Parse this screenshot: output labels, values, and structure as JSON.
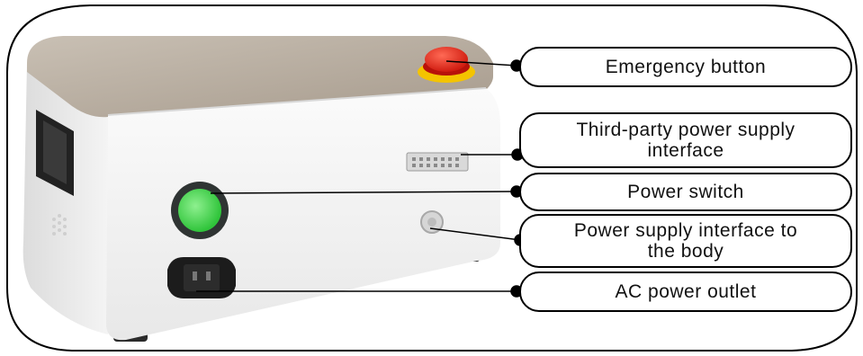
{
  "labels": {
    "emergency_button": "Emergency button",
    "third_party_line1": "Third-party power supply",
    "third_party_line2": "interface",
    "power_switch": "Power switch",
    "body_interface_line1": "Power supply interface to",
    "body_interface_line2": "the body",
    "ac_outlet": "AC power outlet"
  },
  "colors": {
    "outline": "#000000",
    "device_body": "#f2f2f2",
    "device_top": "#b3a89a",
    "emergency_red": "#e3261b",
    "emergency_base": "#f4c400",
    "switch_green": "#3fd94a",
    "switch_ring": "#2f3433"
  }
}
